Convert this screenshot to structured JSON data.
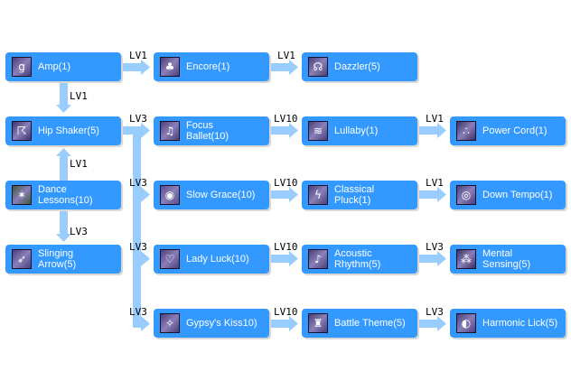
{
  "colors": {
    "node_fill": "#3399ff",
    "node_shadow": "#d8d8d8",
    "arrow": "#99ccff",
    "label_text": "#ffffff",
    "level_text": "#000000"
  },
  "nodes": {
    "amp": {
      "label": "Amp(1)",
      "icon": "amp-icon",
      "icon_glyph": "g",
      "icon_color": "#4a3a7a"
    },
    "hip_shaker": {
      "label": "Hip Shaker(5)",
      "icon": "hip-shaker-icon",
      "icon_glyph": "☈",
      "icon_color": "#3f3470"
    },
    "dance_lessons": {
      "label": "Dance\nLessons(10)",
      "icon": "dance-lessons-icon",
      "icon_glyph": "✶",
      "icon_color": "#3d5a3a"
    },
    "slinging_arrow": {
      "label": "Slinging\nArrow(5)",
      "icon": "slinging-arrow-icon",
      "icon_glyph": "➶",
      "icon_color": "#4b3f78"
    },
    "encore": {
      "label": "Encore(1)",
      "icon": "encore-icon",
      "icon_glyph": "♣",
      "icon_color": "#4b3f78"
    },
    "dazzler": {
      "label": "Dazzler(5)",
      "icon": "dazzler-icon",
      "icon_glyph": "☊",
      "icon_color": "#4b3f78"
    },
    "focus_ballet": {
      "label": "Focus\nBallet(10)",
      "icon": "focus-ballet-icon",
      "icon_glyph": "♫",
      "icon_color": "#4b3f78"
    },
    "lullaby": {
      "label": "Lullaby(1)",
      "icon": "lullaby-icon",
      "icon_glyph": "≋",
      "icon_color": "#4b3f78"
    },
    "power_cord": {
      "label": "Power Cord(1)",
      "icon": "power-cord-icon",
      "icon_glyph": "∴",
      "icon_color": "#3a3060"
    },
    "slow_grace": {
      "label": "Slow Grace(10)",
      "icon": "slow-grace-icon",
      "icon_glyph": "◉",
      "icon_color": "#5a4f8a"
    },
    "classical_pluck": {
      "label": "Classical\nPluck(1)",
      "icon": "classical-pluck-icon",
      "icon_glyph": "ϟ",
      "icon_color": "#4b3f78"
    },
    "down_tempo": {
      "label": "Down Tempo(1)",
      "icon": "down-tempo-icon",
      "icon_glyph": "◎",
      "icon_color": "#4b3f78"
    },
    "lady_luck": {
      "label": "Lady Luck(10)",
      "icon": "lady-luck-icon",
      "icon_glyph": "♡",
      "icon_color": "#4b3f78"
    },
    "acoustic_rhythm": {
      "label": "Acoustic\nRhythm(5)",
      "icon": "acoustic-rhythm-icon",
      "icon_glyph": "♪",
      "icon_color": "#4b3f78"
    },
    "mental_sensing": {
      "label": "Mental\nSensing(5)",
      "icon": "mental-sensing-icon",
      "icon_glyph": "⁂",
      "icon_color": "#3a3060"
    },
    "gypsys_kiss": {
      "label": "Gypsy's Kiss10)",
      "icon": "gypsys-kiss-icon",
      "icon_glyph": "✧",
      "icon_color": "#4b3f78"
    },
    "battle_theme": {
      "label": "Battle Theme(5)",
      "icon": "battle-theme-icon",
      "icon_glyph": "♜",
      "icon_color": "#4b3f78"
    },
    "harmonic_lick": {
      "label": "Harmonic Lick(5)",
      "icon": "harmonic-lick-icon",
      "icon_glyph": "◐",
      "icon_color": "#4b3f78"
    }
  },
  "edges": [
    {
      "from": "amp",
      "to": "encore",
      "level": "LV1"
    },
    {
      "from": "encore",
      "to": "dazzler",
      "level": "LV1"
    },
    {
      "from": "amp",
      "to": "hip_shaker",
      "level": "LV1"
    },
    {
      "from": "dance_lessons",
      "to": "hip_shaker",
      "level": "LV1"
    },
    {
      "from": "dance_lessons",
      "to": "slinging_arrow",
      "level": "LV3"
    },
    {
      "from": "hip_shaker",
      "to": "focus_ballet",
      "level": "LV3"
    },
    {
      "from": "hip_shaker",
      "to": "slow_grace",
      "level": "LV3"
    },
    {
      "from": "hip_shaker",
      "to": "lady_luck",
      "level": "LV3"
    },
    {
      "from": "hip_shaker",
      "to": "gypsys_kiss",
      "level": "LV3"
    },
    {
      "from": "focus_ballet",
      "to": "lullaby",
      "level": "LV10"
    },
    {
      "from": "lullaby",
      "to": "power_cord",
      "level": "LV1"
    },
    {
      "from": "slow_grace",
      "to": "classical_pluck",
      "level": "LV10"
    },
    {
      "from": "classical_pluck",
      "to": "down_tempo",
      "level": "LV1"
    },
    {
      "from": "lady_luck",
      "to": "acoustic_rhythm",
      "level": "LV10"
    },
    {
      "from": "acoustic_rhythm",
      "to": "mental_sensing",
      "level": "LV3"
    },
    {
      "from": "gypsys_kiss",
      "to": "battle_theme",
      "level": "LV10"
    },
    {
      "from": "battle_theme",
      "to": "harmonic_lick",
      "level": "LV3"
    }
  ]
}
